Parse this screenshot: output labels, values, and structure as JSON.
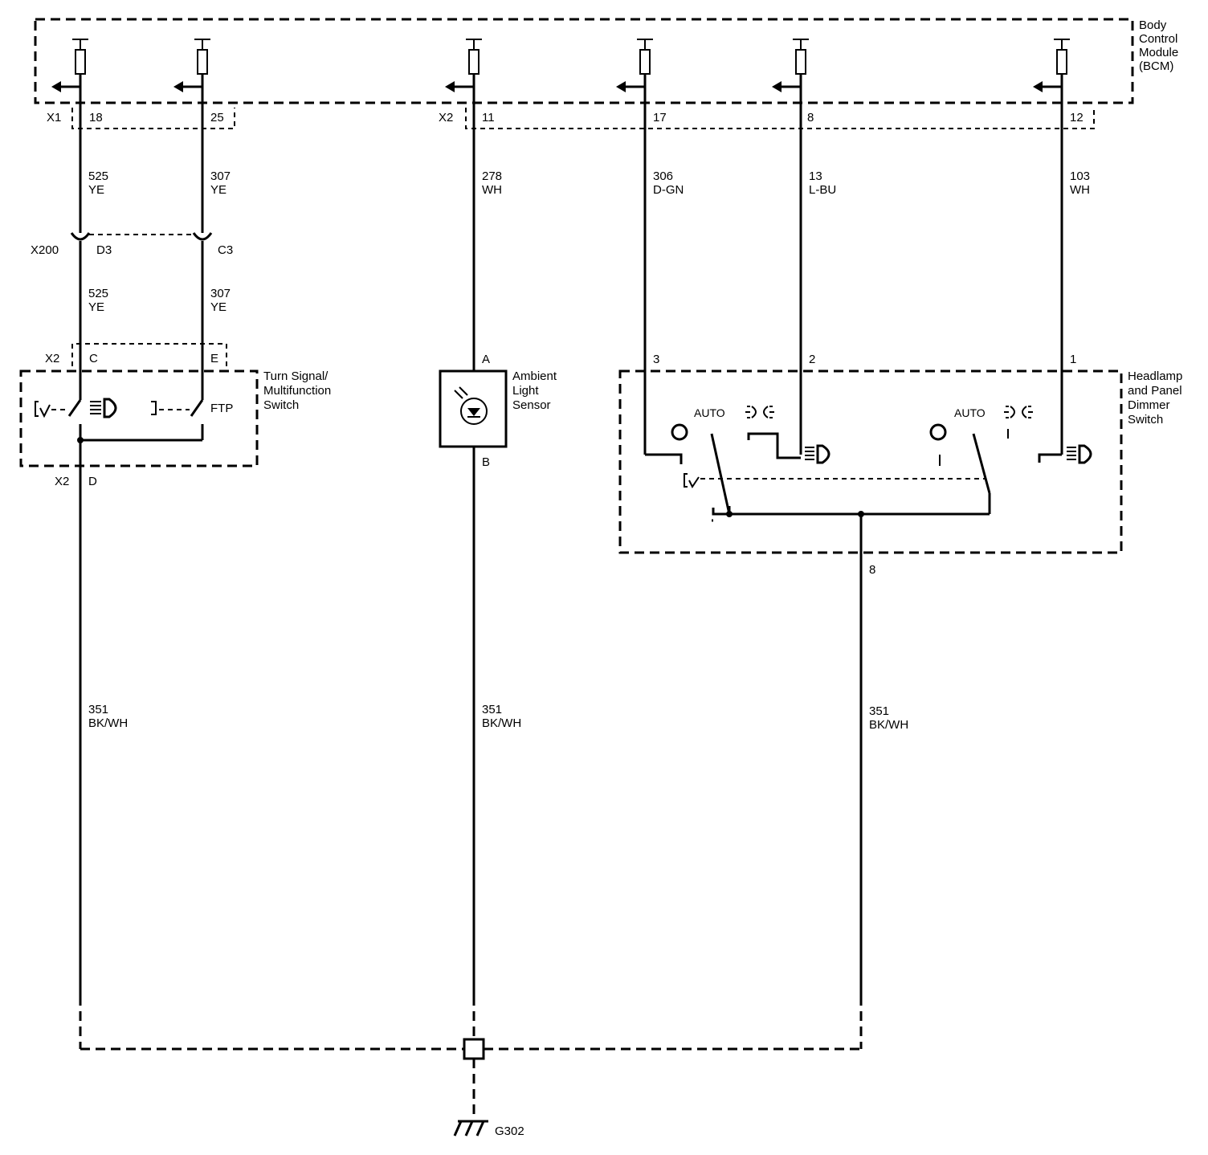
{
  "modules": {
    "bcm": [
      "Body",
      "Control",
      "Module",
      "(BCM)"
    ],
    "turn_signal": [
      "Turn Signal/",
      "Multifunction",
      "Switch"
    ],
    "ambient": [
      "Ambient",
      "Light",
      "Sensor"
    ],
    "headlamp": [
      "Headlamp",
      "and Panel",
      "Dimmer",
      "Switch"
    ]
  },
  "connectors": {
    "bcm_x1": "X1",
    "bcm_x2": "X2",
    "x200": "X200",
    "ts_x2_top": "X2",
    "ts_x2_bottom": "X2"
  },
  "pins": {
    "p18": "18",
    "p25": "25",
    "p11": "11",
    "p17": "17",
    "p8": "8",
    "p12": "12",
    "d3": "D3",
    "c3": "C3",
    "c": "C",
    "e": "E",
    "d": "D",
    "a": "A",
    "b": "B",
    "h3": "3",
    "h2": "2",
    "h1": "1",
    "h8": "8"
  },
  "wires": {
    "w525_num": "525",
    "w525_color": "YE",
    "w307_num": "307",
    "w307_color": "YE",
    "w278_num": "278",
    "w278_color": "WH",
    "w306_num": "306",
    "w306_color": "D-GN",
    "w13_num": "13",
    "w13_color": "L-BU",
    "w103_num": "103",
    "w103_color": "WH",
    "w351_num": "351",
    "w351_color": "BK/WH"
  },
  "switch_labels": {
    "ftp": "FTP",
    "auto": "AUTO"
  },
  "ground": "G302"
}
